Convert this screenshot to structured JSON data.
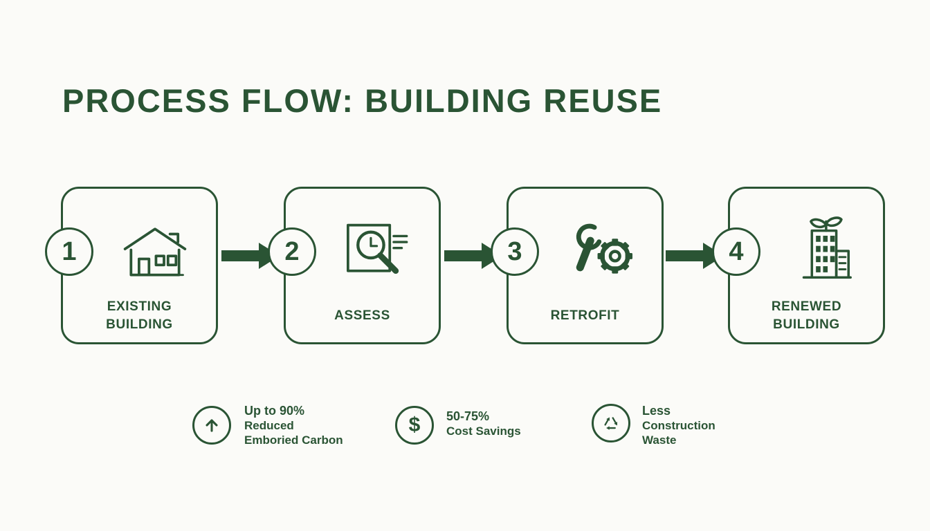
{
  "title": "PROCESS FLOW: BUILDING REUSE",
  "colors": {
    "primary": "#2a5434",
    "background": "#fbfbf8"
  },
  "steps": [
    {
      "number": "1",
      "label": "EXISTING\nBUILDING",
      "icon": "house-icon"
    },
    {
      "number": "2",
      "label": "ASSESS",
      "icon": "assess-magnifier-icon"
    },
    {
      "number": "3",
      "label": "RETROFIT",
      "icon": "wrench-gear-icon"
    },
    {
      "number": "4",
      "label": "RENEWED\nBUILDING",
      "icon": "green-building-icon"
    }
  ],
  "stats": [
    {
      "icon": "arrow-up-icon",
      "lines": [
        "Up to 90%",
        "Reduced",
        "Emboried Carbon"
      ]
    },
    {
      "icon": "dollar-icon",
      "symbol": "$",
      "lines": [
        "50-75%",
        "Cost Savings"
      ]
    },
    {
      "icon": "recycle-icon",
      "lines": [
        "Less",
        "Construction",
        "Waste"
      ]
    }
  ]
}
